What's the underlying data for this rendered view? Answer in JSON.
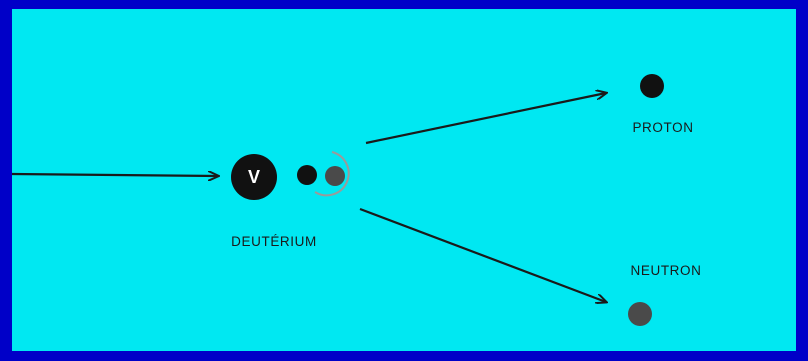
{
  "diagram": {
    "neutrino_symbol": "V",
    "labels": {
      "deuterium": "DEUTÉRIUM",
      "proton": "PROTON",
      "neutron": "NEUTRON"
    },
    "colors": {
      "border": "#0000c8",
      "background": "#00e8f2",
      "particle_dark": "#111111",
      "particle_grey": "#4a4a4a",
      "arrow": "#1a1a1a"
    }
  }
}
